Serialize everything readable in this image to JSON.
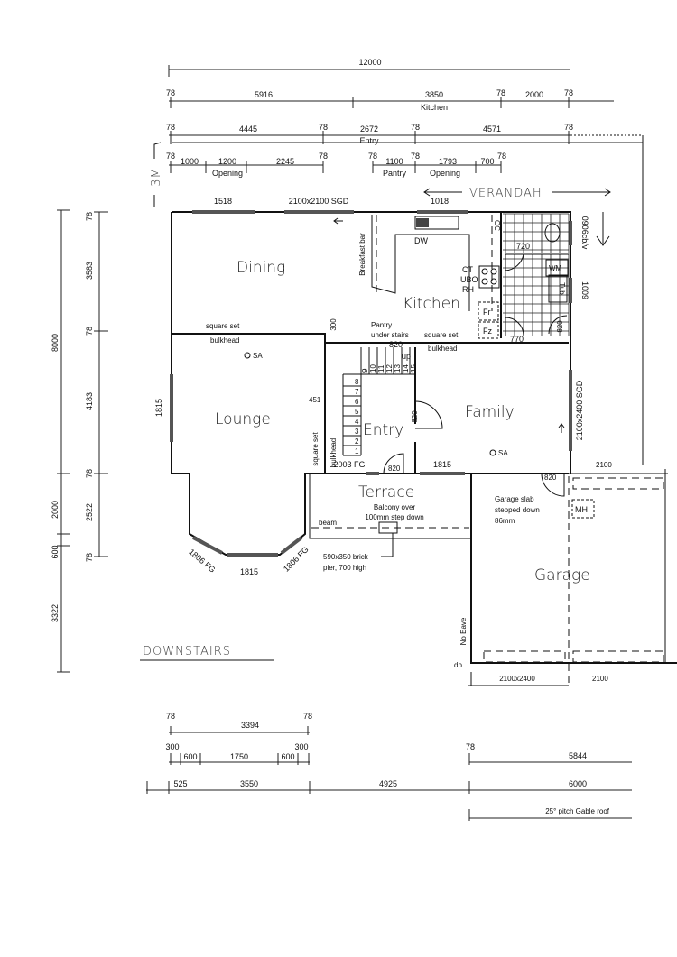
{
  "plan_title": "DOWNSTAIRS",
  "handwritten": {
    "verandah": "VERANDAH",
    "three_m": "3M"
  },
  "top_dims": {
    "overall": "12000",
    "row2": [
      "78",
      "5916",
      "3850",
      "Kitchen",
      "78",
      "2000",
      "78"
    ],
    "row3": [
      "78",
      "4445",
      "78",
      "2672",
      "Entry",
      "78",
      "4571",
      "78"
    ],
    "row4": [
      "78",
      "1000",
      "1200",
      "Opening",
      "2245",
      "78",
      "78",
      "1100",
      "Pantry",
      "78",
      "1793",
      "Opening",
      "700",
      "78"
    ]
  },
  "left_dims": {
    "outer": [
      "8000",
      "2000",
      "600",
      "3322"
    ],
    "inner": [
      "78",
      "3583",
      "78",
      "4183",
      "78",
      "2522",
      "78"
    ]
  },
  "bottom_dims": {
    "row1": [
      "78",
      "3394",
      "78"
    ],
    "row2": [
      "300",
      "600",
      "1750",
      "600",
      "300",
      "78",
      "5844"
    ],
    "row3": [
      "525",
      "3550",
      "4925",
      "6000"
    ],
    "roof_note": "25° pitch Gable roof"
  },
  "rooms": {
    "dining": "Dining",
    "kitchen": "Kitchen",
    "lounge": "Lounge",
    "entry": "Entry",
    "family": "Family",
    "terrace": "Terrace",
    "garage": "Garage"
  },
  "annotations": {
    "win_1518": "1518",
    "sgd_top": "2100x2100 SGD",
    "win_1018": "1018",
    "breakfast_bar": "Breakfast bar",
    "dw": "DW",
    "ct": "CT",
    "ubo": "UBO",
    "rh": "RH",
    "oc": "OC",
    "fr": "Fr",
    "fz": "Fz",
    "d720": "720",
    "wm": "WM",
    "tub": "Tub",
    "d770": "770",
    "d820_laundry": "820",
    "win_0906": "0906cb/v",
    "win_1009": "1009",
    "square_set_1": "square set",
    "bulkhead_1": "bulkhead",
    "d300": "300",
    "pantry_under": "Pantry",
    "under_stairs": "under stairs",
    "square_set_2": "square set",
    "bulkhead_2": "bulkhead",
    "d820_stair": "820",
    "up": "up",
    "sa_lounge": "SA",
    "sa_family": "SA",
    "win_1815_left": "1815",
    "d451": "451",
    "square_set_3": "square set",
    "bulkhead_3": "bulkhead",
    "d820_entry": "820",
    "fg_2003": "2003 FG",
    "d820_front": "820",
    "win_1815_family": "1815",
    "sgd_family": "2100x2400 SGD",
    "d820_garage": "820",
    "garage_2100_partial": "2100",
    "fg_1806_left": "1806 FG",
    "win_1815_bay": "1815",
    "fg_1806_right": "1806 FG",
    "balcony_over": "Balcony over",
    "step_down": "100mm step down",
    "beam": "beam",
    "pier_1": "590x350 brick",
    "pier_2": "pier, 700 high",
    "garage_slab_1": "Garage slab",
    "garage_slab_2": "stepped down",
    "garage_slab_3": "86mm",
    "mh": "MH",
    "no_eave": "No Eave",
    "dp": "dp",
    "garage_door": "2100x2400",
    "garage_door_partial": "2100"
  },
  "stair_numbers": [
    "1",
    "2",
    "3",
    "4",
    "5",
    "6",
    "7",
    "8",
    "9",
    "10",
    "11",
    "12",
    "13",
    "14",
    "15"
  ]
}
